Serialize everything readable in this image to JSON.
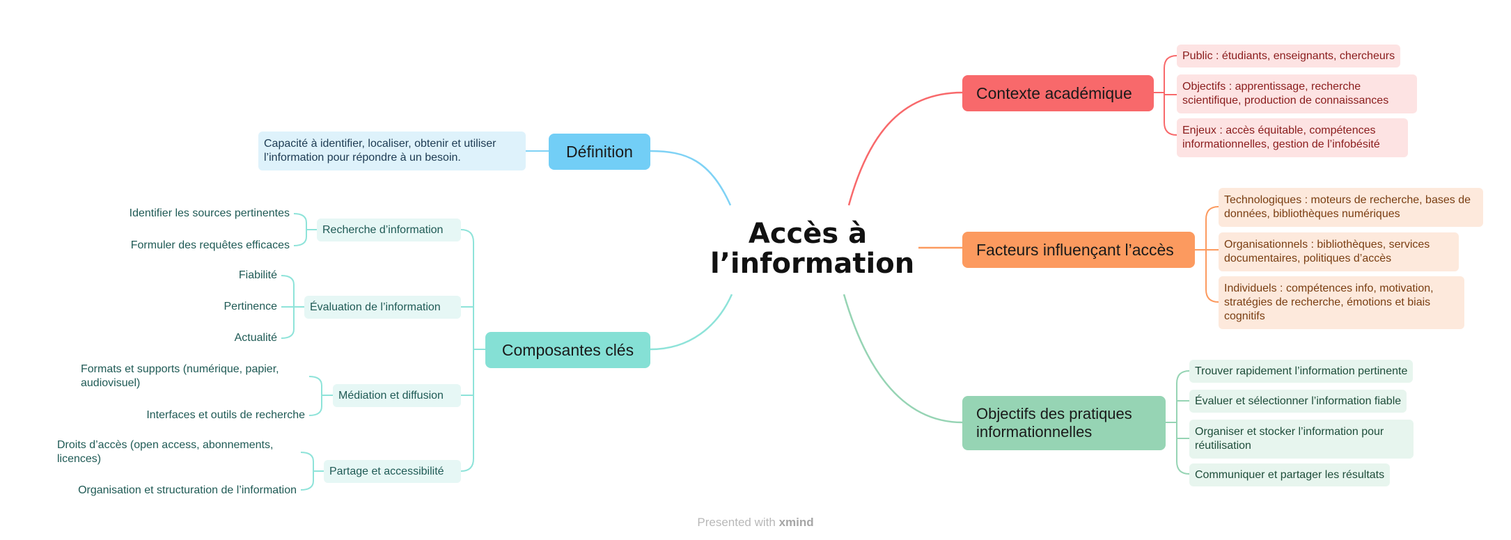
{
  "title": "Accès à l’information",
  "branches": {
    "contexte": {
      "label": "Contexte académique",
      "items": [
        "Public : étudiants, enseignants, chercheurs",
        "Objectifs : apprentissage, recherche scientifique, production de connaissances",
        "Enjeux : accès équitable, compétences informationnelles, gestion de l’infobésité"
      ]
    },
    "facteurs": {
      "label": "Facteurs influençant l’accès",
      "items": [
        "Technologiques : moteurs de recherche, bases de données, bibliothèques numériques",
        "Organisationnels : bibliothèques, services documentaires, politiques d’accès",
        "Individuels : compétences info, motivation, stratégies de recherche, émotions et biais cognitifs"
      ]
    },
    "objectifs": {
      "label": "Objectifs des pratiques informationnelles",
      "items": [
        "Trouver rapidement l’information pertinente",
        "Évaluer et sélectionner l’information fiable",
        "Organiser et stocker l’information pour réutilisation",
        "Communiquer et partager les résultats"
      ]
    },
    "definition": {
      "label": "Définition",
      "items": [
        "Capacité à identifier, localiser, obtenir et utiliser l’information pour répondre à un besoin."
      ]
    },
    "composantes": {
      "label": "Composantes clés",
      "groups": [
        {
          "label": "Recherche d’information",
          "leaves": [
            "Identifier les sources pertinentes",
            "Formuler des requêtes efficaces"
          ]
        },
        {
          "label": "Évaluation de l’information",
          "leaves": [
            "Fiabilité",
            "Pertinence",
            "Actualité"
          ]
        },
        {
          "label": "Médiation et diffusion",
          "leaves": [
            "Formats et supports (numérique, papier, audiovisuel)",
            "Interfaces et outils de recherche"
          ]
        },
        {
          "label": "Partage et accessibilité",
          "leaves": [
            "Droits d’accès (open access, abonnements, licences)",
            "Organisation et structuration de l’information"
          ]
        }
      ]
    }
  },
  "footer": {
    "prefix": "Presented with",
    "brand": "xmind"
  },
  "colors": {
    "contexte": "#f8696b",
    "facteurs": "#fc9a5f",
    "objectifs": "#96d4b4",
    "definition": "#72cef6",
    "composantes": "#85e0d5",
    "composantes_line": "#8ee3d9",
    "definition_line": "#7fd2f5"
  }
}
